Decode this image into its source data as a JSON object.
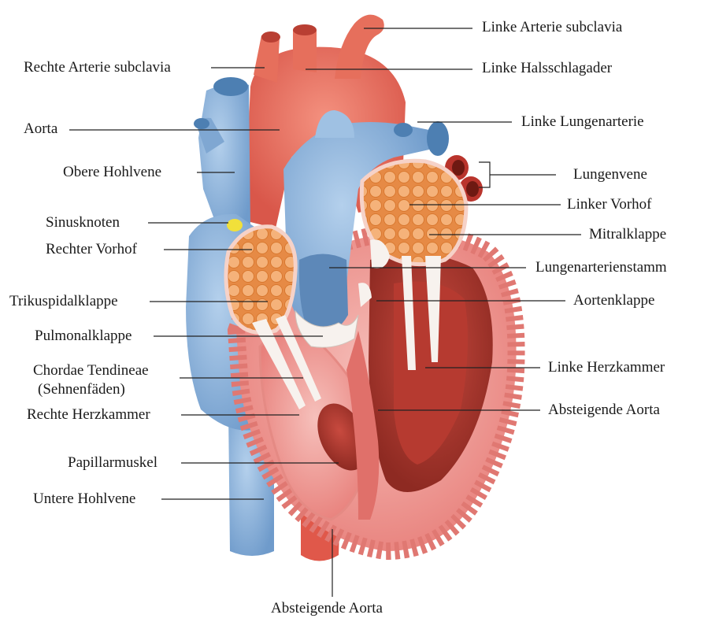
{
  "diagram": {
    "labels": {
      "linke_arterie_subclavia": "Linke Arterie subclavia",
      "rechte_arterie_subclavia": "Rechte Arterie subclavia",
      "linke_halsschlagader": "Linke Halsschlagader",
      "aorta": "Aorta",
      "linke_lungenarterie": "Linke Lungenarterie",
      "obere_hohlvene": "Obere Hohlvene",
      "lungenvene": "Lungenvene",
      "linker_vorhof": "Linker Vorhof",
      "sinusknoten": "Sinusknoten",
      "mitralklappe": "Mitralklappe",
      "rechter_vorhof": "Rechter Vorhof",
      "lungenarterienstamm": "Lungenarterienstamm",
      "trikuspidalklappe": "Trikuspidalklappe",
      "aortenklappe": "Aortenklappe",
      "pulmonalklappe": "Pulmonalklappe",
      "chordae_tendineae": "Chordae Tendineae",
      "sehnenfaeden": "(Sehnenfäden)",
      "linke_herzkammer": "Linke Herzkammer",
      "absteigende_aorta_right": "Absteigende Aorta",
      "rechte_herzkammer": "Rechte Herzkammer",
      "papillarmuskel": "Papillarmuskel",
      "untere_hohlvene": "Untere Hohlvene",
      "absteigende_aorta_bottom": "Absteigende Aorta"
    },
    "colors": {
      "vein_blue": "#8fb6dc",
      "vein_blue_dark": "#5f8fc0",
      "artery_red": "#e8705f",
      "artery_red_dark": "#c4473b",
      "muscle_pink": "#f2a2a0",
      "muscle_dark": "#d9534f",
      "atrium_orange": "#f0a466",
      "valve_white": "#f7f2ee",
      "node_yellow": "#f1e03a",
      "leader_line": "#222222"
    }
  }
}
